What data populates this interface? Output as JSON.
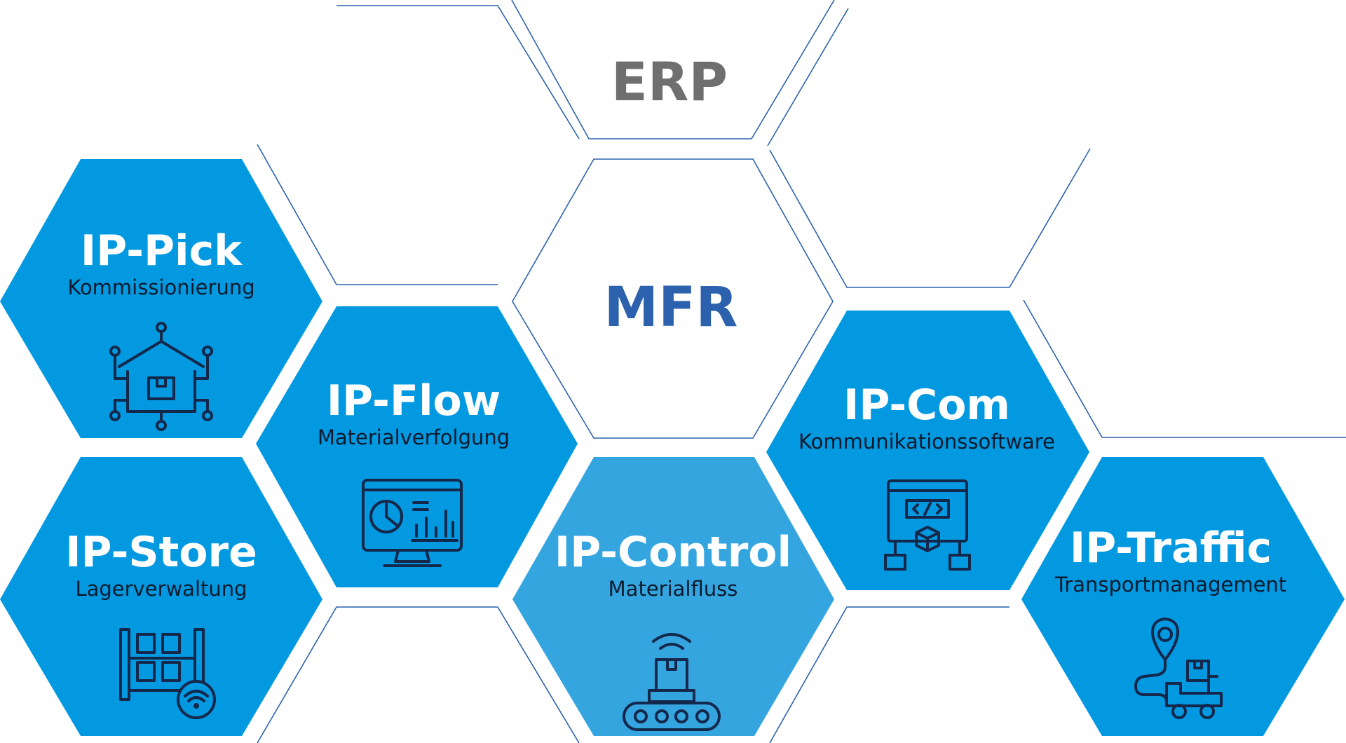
{
  "colors": {
    "hex_blue": "#0399e1",
    "hex_light": "#35a5e0",
    "outline": "#2c62ad",
    "erp_text": "#6f6f6f",
    "mfr_text": "#2c62ad",
    "icon_stroke": "#14284b"
  },
  "erp": {
    "label": "ERP"
  },
  "mfr": {
    "label": "MFR"
  },
  "modules": [
    {
      "id": "pick",
      "title": "IP-Pick",
      "subtitle": "Kommissionierung",
      "icon": "warehouse-network-icon"
    },
    {
      "id": "flow",
      "title": "IP-Flow",
      "subtitle": "Materialverfolgung",
      "icon": "monitor-dashboard-icon"
    },
    {
      "id": "store",
      "title": "IP-Store",
      "subtitle": "Lagerverwaltung",
      "icon": "storage-rack-wifi-icon"
    },
    {
      "id": "control",
      "title": "IP-Control",
      "subtitle": "Materialfluss",
      "icon": "conveyor-wifi-icon"
    },
    {
      "id": "com",
      "title": "IP-Com",
      "subtitle": "Kommunikationssoftware",
      "icon": "code-window-network-icon"
    },
    {
      "id": "traffic",
      "title": "IP-Traffic",
      "subtitle": "Transportmanagement",
      "icon": "delivery-route-icon"
    }
  ]
}
